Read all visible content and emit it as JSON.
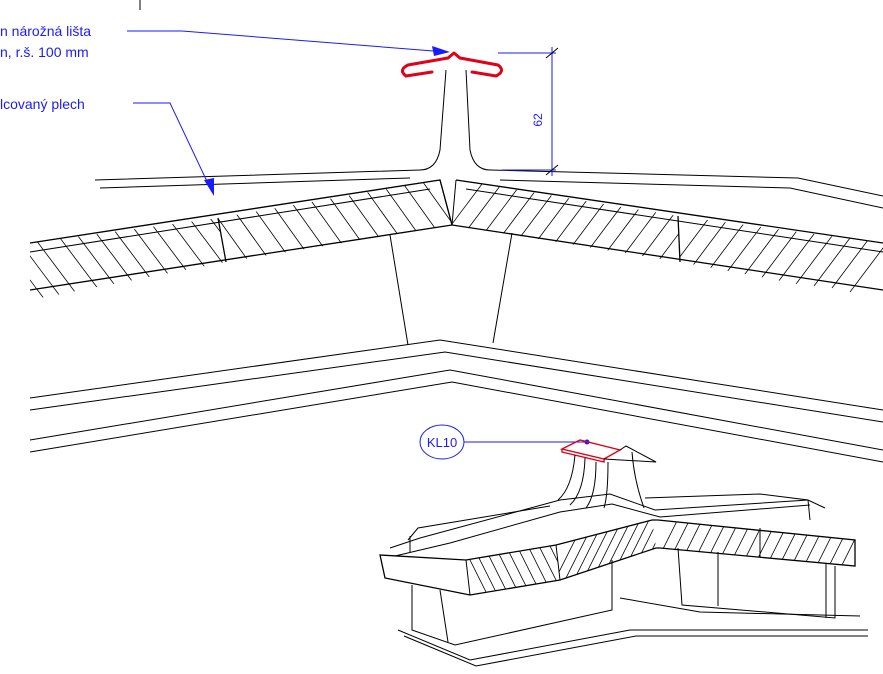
{
  "labels": {
    "corner_flashing_line1": "n nárožná lišta",
    "corner_flashing_line2": "n, r.š. 100 mm",
    "rolled_sheet": "lcovaný plech",
    "dimension_value": "62",
    "detail_tag": "KL10"
  },
  "colors": {
    "annotation": "#1a1aff",
    "flashing_highlight": "#e0001a",
    "linework": "#000000"
  }
}
